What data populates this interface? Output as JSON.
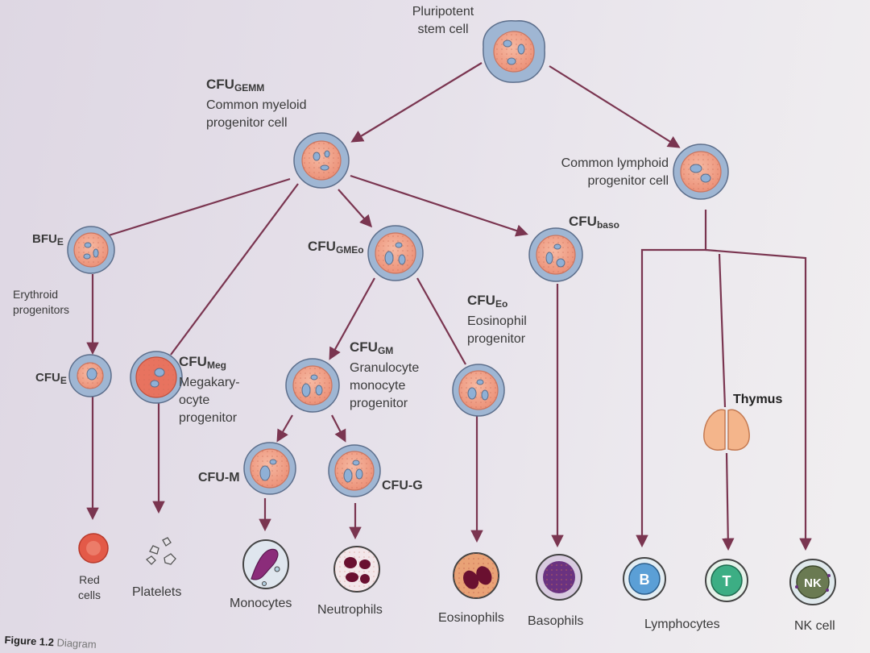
{
  "labels": {
    "pluripotent": [
      "Pluripotent",
      "stem cell"
    ],
    "cfu_gemm": {
      "main": "CFU",
      "sub": "GEMM"
    },
    "common_myeloid": [
      "Common myeloid",
      "progenitor cell"
    ],
    "common_lymphoid": [
      "Common lymphoid",
      "progenitor cell"
    ],
    "bfu_e": {
      "main": "BFU",
      "sub": "E"
    },
    "erythroid": [
      "Erythroid",
      "progenitors"
    ],
    "cfu_gmeo": {
      "main": "CFU",
      "sub": "GMEo"
    },
    "cfu_baso": {
      "main": "CFU",
      "sub": "baso"
    },
    "cfu_eo": {
      "main": "CFU",
      "sub": "Eo"
    },
    "eosinophil_progenitor": [
      "Eosinophil",
      "progenitor"
    ],
    "cfu_e": {
      "main": "CFU",
      "sub": "E"
    },
    "cfu_meg": {
      "main": "CFU",
      "sub": "Meg"
    },
    "megakaryocyte": [
      "Megakary-",
      "ocyte",
      "progenitor"
    ],
    "cfu_gm": {
      "main": "CFU",
      "sub": "GM"
    },
    "granulocyte": [
      "Granulocyte",
      "monocyte",
      "progenitor"
    ],
    "thymus": "Thymus",
    "cfu_m": "CFU-M",
    "cfu_g": "CFU-G",
    "red_cells": [
      "Red",
      "cells"
    ],
    "platelets": "Platelets",
    "monocytes": "Monocytes",
    "neutrophils": "Neutrophils",
    "eosinophils": "Eosinophils",
    "basophils": "Basophils",
    "lymphocytes": "Lymphocytes",
    "nk_cell": "NK cell",
    "b_letter": "B",
    "t_letter": "T",
    "nk_letter": "NK"
  },
  "caption": {
    "figure": "Figure 1.2",
    "text": "Diagram"
  },
  "colors": {
    "arrow": "#7a3550",
    "cytoplasm": "#9fb6d3",
    "nucleus": "#f0a48c",
    "nucleus_stroke": "#d47f68",
    "granule": "#8fb0d6",
    "thymus": "#f4b58b",
    "b_cell": "#5b9fd6",
    "t_cell": "#3cae84",
    "nk_cell": "#6a7a52"
  }
}
